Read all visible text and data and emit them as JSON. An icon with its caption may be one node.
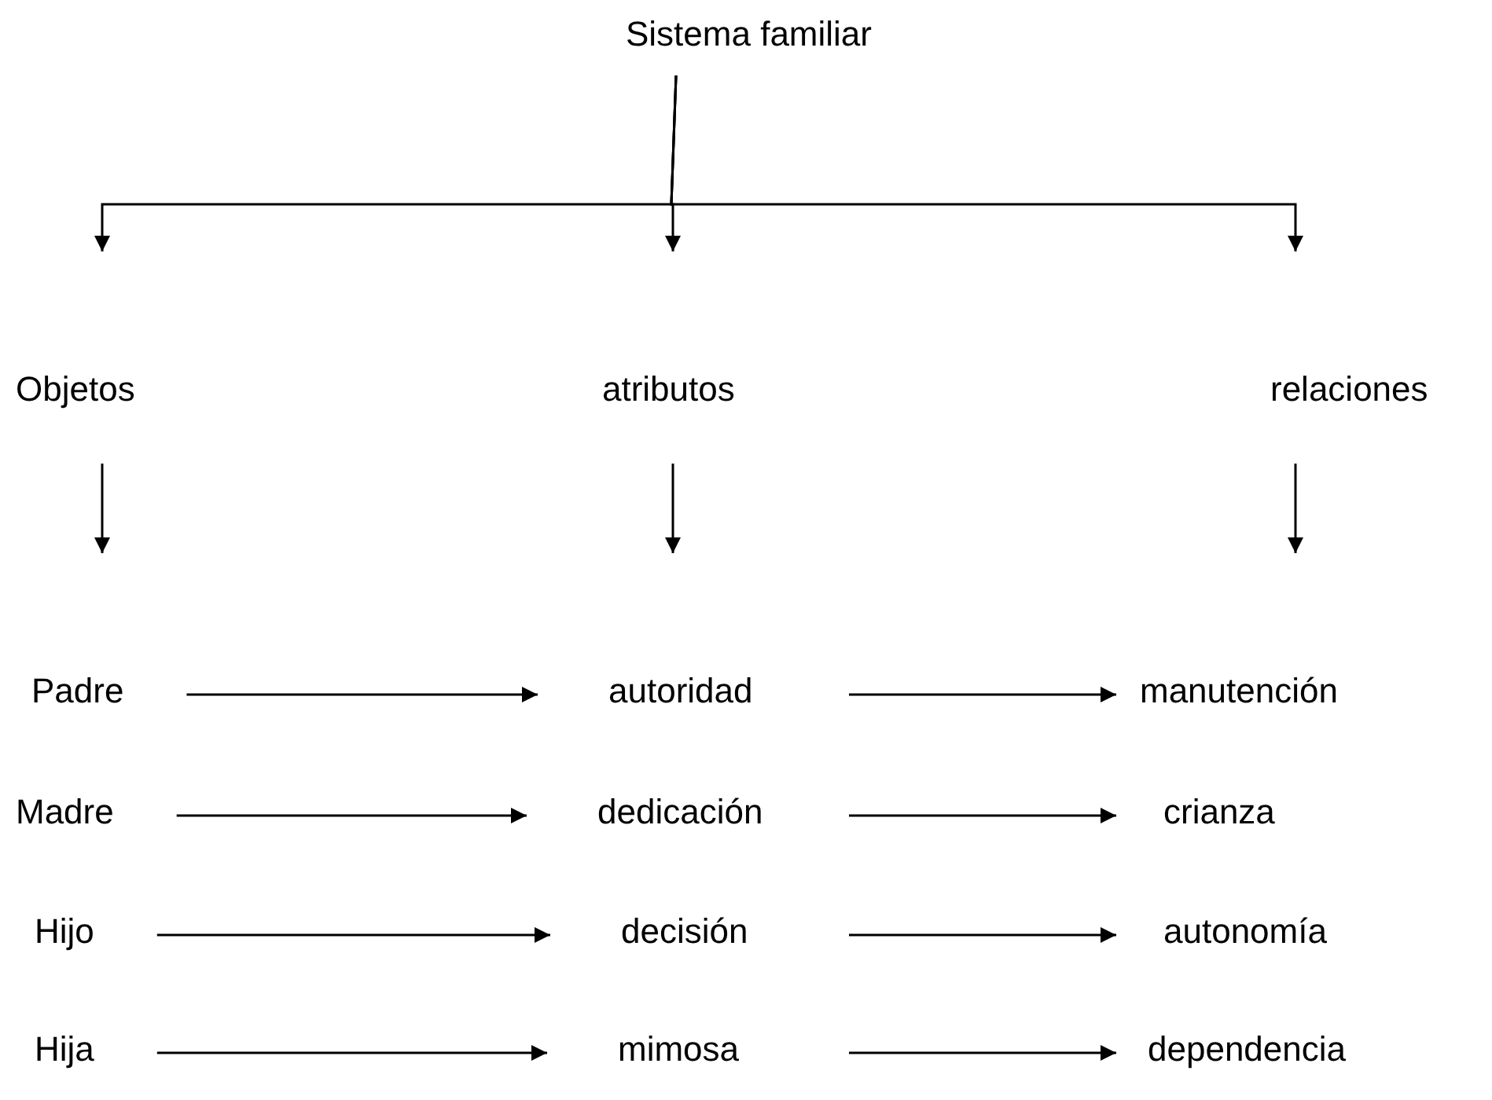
{
  "diagram": {
    "nodes": [
      {
        "text": [
          "Sistema familiar"
        ]
      },
      {
        "text": [
          "Objetos"
        ]
      },
      {
        "text": [
          "atributos"
        ]
      },
      {
        "text": [
          "relaciones"
        ]
      },
      {
        "text": [
          "Padre"
        ]
      },
      {
        "text": [
          "autoridad"
        ]
      },
      {
        "text": [
          "manutención"
        ]
      },
      {
        "text": [
          "Madre"
        ]
      },
      {
        "text": [
          "dedicación"
        ]
      },
      {
        "text": [
          "crianza"
        ]
      },
      {
        "text": [
          "Hijo"
        ]
      },
      {
        "text": [
          "decisión"
        ]
      },
      {
        "text": [
          "autonomía"
        ]
      },
      {
        "text": [
          "Hija"
        ]
      },
      {
        "text": [
          "mimosa"
        ]
      },
      {
        "text": [
          "dependencia"
        ]
      }
    ],
    "edges": [
      {
        "from": 0,
        "to": 1,
        "arrow": "to"
      },
      {
        "from": 0,
        "to": 2,
        "arrow": "to"
      },
      {
        "from": 0,
        "to": 3,
        "arrow": "to"
      },
      {
        "from": 1,
        "to": 4,
        "arrow": "to"
      },
      {
        "from": 2,
        "to": 5,
        "arrow": "to"
      },
      {
        "from": 3,
        "to": 6,
        "arrow": "to"
      },
      {
        "from": 4,
        "to": 5,
        "arrow": "to"
      },
      {
        "from": 5,
        "to": 6,
        "arrow": "to"
      },
      {
        "from": 7,
        "to": 8,
        "arrow": "to"
      },
      {
        "from": 8,
        "to": 9,
        "arrow": "to"
      },
      {
        "from": 10,
        "to": 11,
        "arrow": "to"
      },
      {
        "from": 11,
        "to": 12,
        "arrow": "to"
      },
      {
        "from": 13,
        "to": 14,
        "arrow": "to"
      },
      {
        "from": 14,
        "to": 15,
        "arrow": "to"
      }
    ]
  }
}
